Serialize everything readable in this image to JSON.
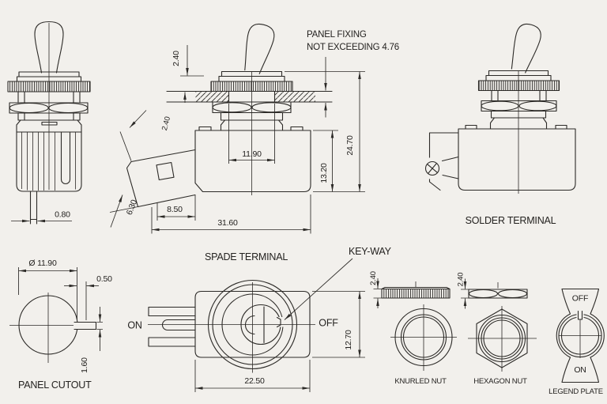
{
  "drawing": {
    "front_view": {
      "dim_pin_width": "0.80"
    },
    "side_view": {
      "note_line1": "PANEL FIXING",
      "note_line2": "NOT EXCEEDING 4.76",
      "dim_cap_height": "2.40",
      "dim_bushing_diameter": "11.90",
      "dim_overall_height": "24.70",
      "dim_body_height": "13.20",
      "dim_terminal_thickness": "2.40",
      "dim_terminal_width": "6.30",
      "dim_terminal_reach": "8.50",
      "dim_overall_length": "31.60"
    },
    "solder_view": {
      "label": "SOLDER TERMINAL"
    },
    "panel_cutout": {
      "label": "PANEL CUTOUT",
      "dim_diameter": "Ø 11.90",
      "dim_keyway_depth": "0.50",
      "dim_keyway_height": "1.60"
    },
    "bottom_view": {
      "label": "SPADE TERMINAL",
      "keyway_label": "KEY-WAY",
      "on": "ON",
      "off": "OFF",
      "dim_length": "22.50",
      "dim_height": "12.70"
    },
    "knurled_nut": {
      "label": "KNURLED NUT",
      "dim_thickness": "2.40"
    },
    "hexagon_nut": {
      "label": "HEXAGON NUT",
      "dim_thickness": "2.40"
    },
    "legend_plate": {
      "label": "LEGEND PLATE",
      "off": "OFF",
      "on": "ON"
    },
    "colors": {
      "paper": "#f2f0ec",
      "ink": "#2c2a27"
    }
  }
}
